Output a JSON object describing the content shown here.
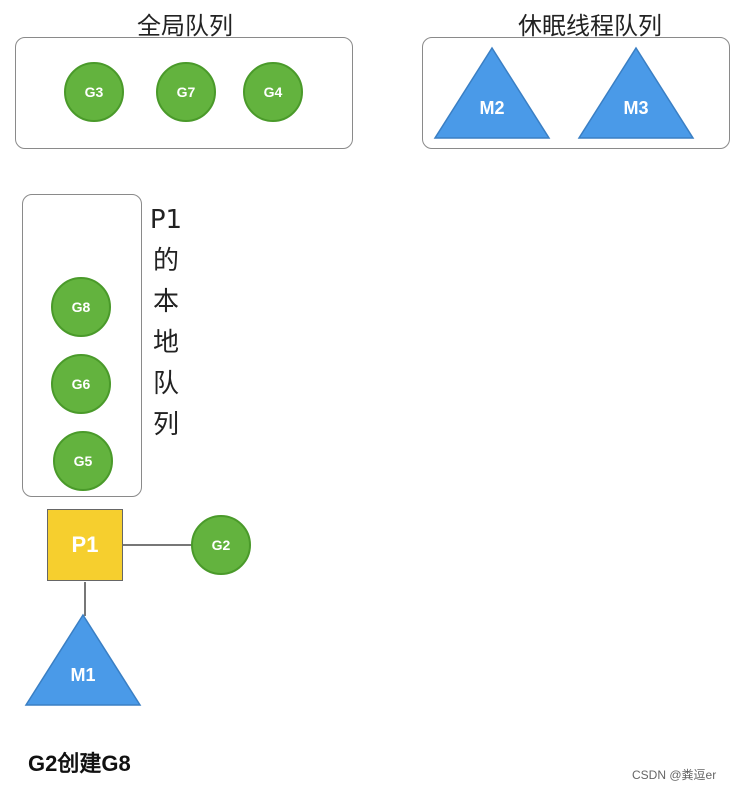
{
  "global_queue": {
    "title": "全局队列",
    "goroutines": [
      "G3",
      "G7",
      "G4"
    ]
  },
  "sleep_threads": {
    "title": "休眠线程队列",
    "threads": [
      "M2",
      "M3"
    ]
  },
  "local_queue": {
    "label_chars": [
      "P1",
      "的",
      "本",
      "地",
      "队",
      "列"
    ],
    "goroutines": [
      "G8",
      "G6",
      "G5"
    ]
  },
  "processor": {
    "label": "P1"
  },
  "running_goroutine": {
    "label": "G2"
  },
  "machine": {
    "label": "M1"
  },
  "caption": "G2创建G8",
  "watermark": "CSDN @粪逗er",
  "colors": {
    "goroutine": "#63b33e",
    "thread": "#4a9ae8",
    "processor": "#f6cf2e"
  }
}
